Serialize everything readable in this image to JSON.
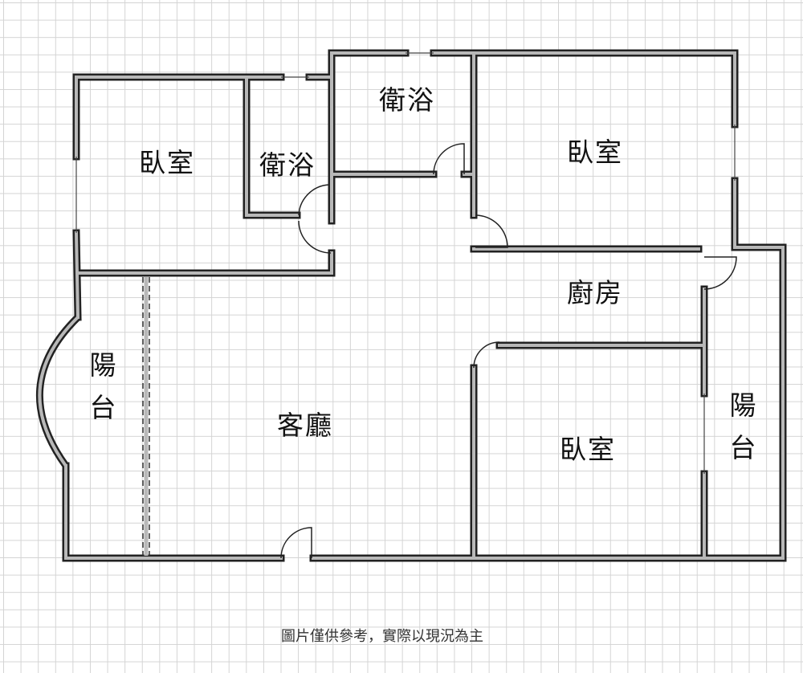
{
  "rooms": {
    "bedroom_left": "臥室",
    "bathroom_left": "衛浴",
    "bathroom_top": "衛浴",
    "bedroom_top_right": "臥室",
    "kitchen": "廚房",
    "balcony_left": "陽台",
    "living_room": "客廳",
    "bedroom_bottom_right": "臥室",
    "balcony_right": "陽台"
  },
  "caption": "圖片僅供參考，實際以現況為主",
  "colors": {
    "wall_outline": "#222222",
    "wall_fill": "#b8b8b8",
    "grid": "#d4d4d4"
  }
}
